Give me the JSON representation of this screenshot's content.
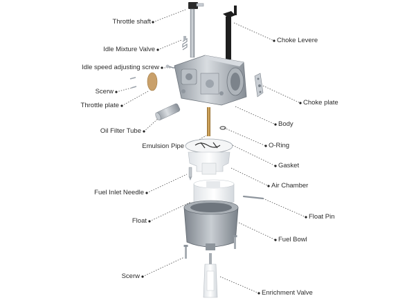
{
  "labels": {
    "throttle_shaft": "Throttle shaft",
    "idle_mixture_valve": "Idle Mixture Valve",
    "idle_speed_screw": "Idle speed adjusting screw",
    "scerw_top": "Scerw",
    "throttle_plate": "Throttle plate",
    "oil_filter_tube": "Oil Filter Tube",
    "emulsion_pipe": "Emulsion Pipe",
    "fuel_inlet_needle": "Fuel Inlet Needle",
    "float": "Float",
    "scerw_bottom": "Scerw",
    "choke_levere": "Choke Levere",
    "choke_plate": "Choke plate",
    "body": "Body",
    "o_ring": "O-Ring",
    "gasket": "Gasket",
    "air_chamber": "Air Chamber",
    "float_pin": "Float Pin",
    "fuel_bowl": "Fuel Bowl",
    "enrichment_valve": "Enrichment Valve"
  },
  "colors": {
    "leader": "#444444",
    "metal_light": "#c9ced4",
    "metal_mid": "#9aa1a9",
    "metal_dark": "#6e757d",
    "plastic_white": "#f4f6f8",
    "brass": "#b8873a",
    "gasket_tan": "#c9a06a",
    "black_part": "#1e1e1e"
  }
}
